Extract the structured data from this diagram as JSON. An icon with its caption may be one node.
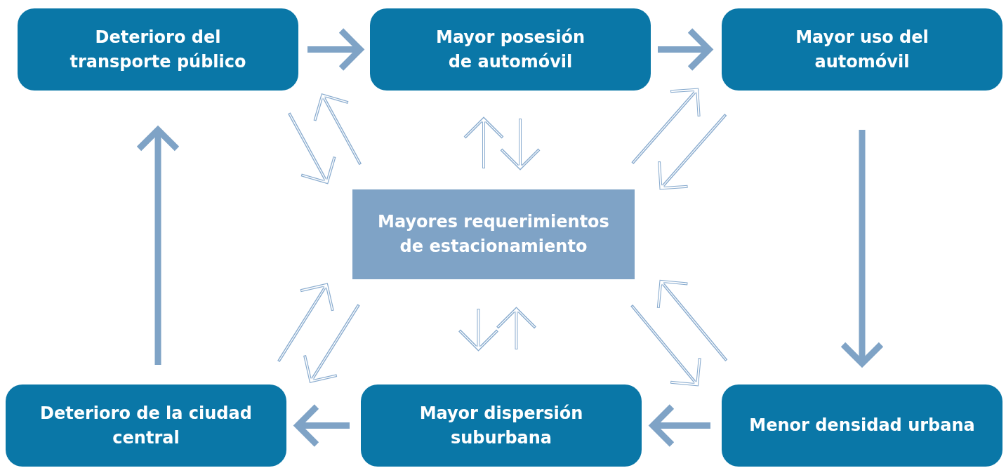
{
  "diagram": {
    "nodes": [
      {
        "text": [
          "Deterioro del transporte público"
        ]
      },
      {
        "text": [
          "Mayor posesión de automóvil"
        ]
      },
      {
        "text": [
          "Mayor uso del automóvil"
        ]
      },
      {
        "text": [
          "Mayores requerimientos de estacionamiento"
        ]
      },
      {
        "text": [
          "Deterioro de la ciudad central"
        ]
      },
      {
        "text": [
          "Mayor dispersión suburbana"
        ]
      },
      {
        "text": [
          "Menor densidad urbana"
        ]
      }
    ],
    "edges": [
      {
        "from": 0,
        "to": 1,
        "arrow": "to",
        "style": "thick"
      },
      {
        "from": 1,
        "to": 2,
        "arrow": "to",
        "style": "thick"
      },
      {
        "from": 2,
        "to": 6,
        "arrow": "to",
        "style": "thick"
      },
      {
        "from": 6,
        "to": 5,
        "arrow": "to",
        "style": "thick"
      },
      {
        "from": 5,
        "to": 4,
        "arrow": "to",
        "style": "thick"
      },
      {
        "from": 4,
        "to": 0,
        "arrow": "to",
        "style": "thick"
      },
      {
        "from": 0,
        "to": 3,
        "arrow": "to"
      },
      {
        "from": 3,
        "to": 0,
        "arrow": "to"
      },
      {
        "from": 3,
        "to": 1,
        "arrow": "to"
      },
      {
        "from": 1,
        "to": 3,
        "arrow": "to"
      },
      {
        "from": 3,
        "to": 2,
        "arrow": "to"
      },
      {
        "from": 2,
        "to": 3,
        "arrow": "to"
      },
      {
        "from": 4,
        "to": 3,
        "arrow": "to"
      },
      {
        "from": 3,
        "to": 4,
        "arrow": "to"
      },
      {
        "from": 5,
        "to": 3,
        "arrow": "to"
      },
      {
        "from": 3,
        "to": 5,
        "arrow": "to"
      },
      {
        "from": 3,
        "to": 6,
        "arrow": "to"
      },
      {
        "from": 6,
        "to": 3,
        "arrow": "to"
      }
    ]
  }
}
